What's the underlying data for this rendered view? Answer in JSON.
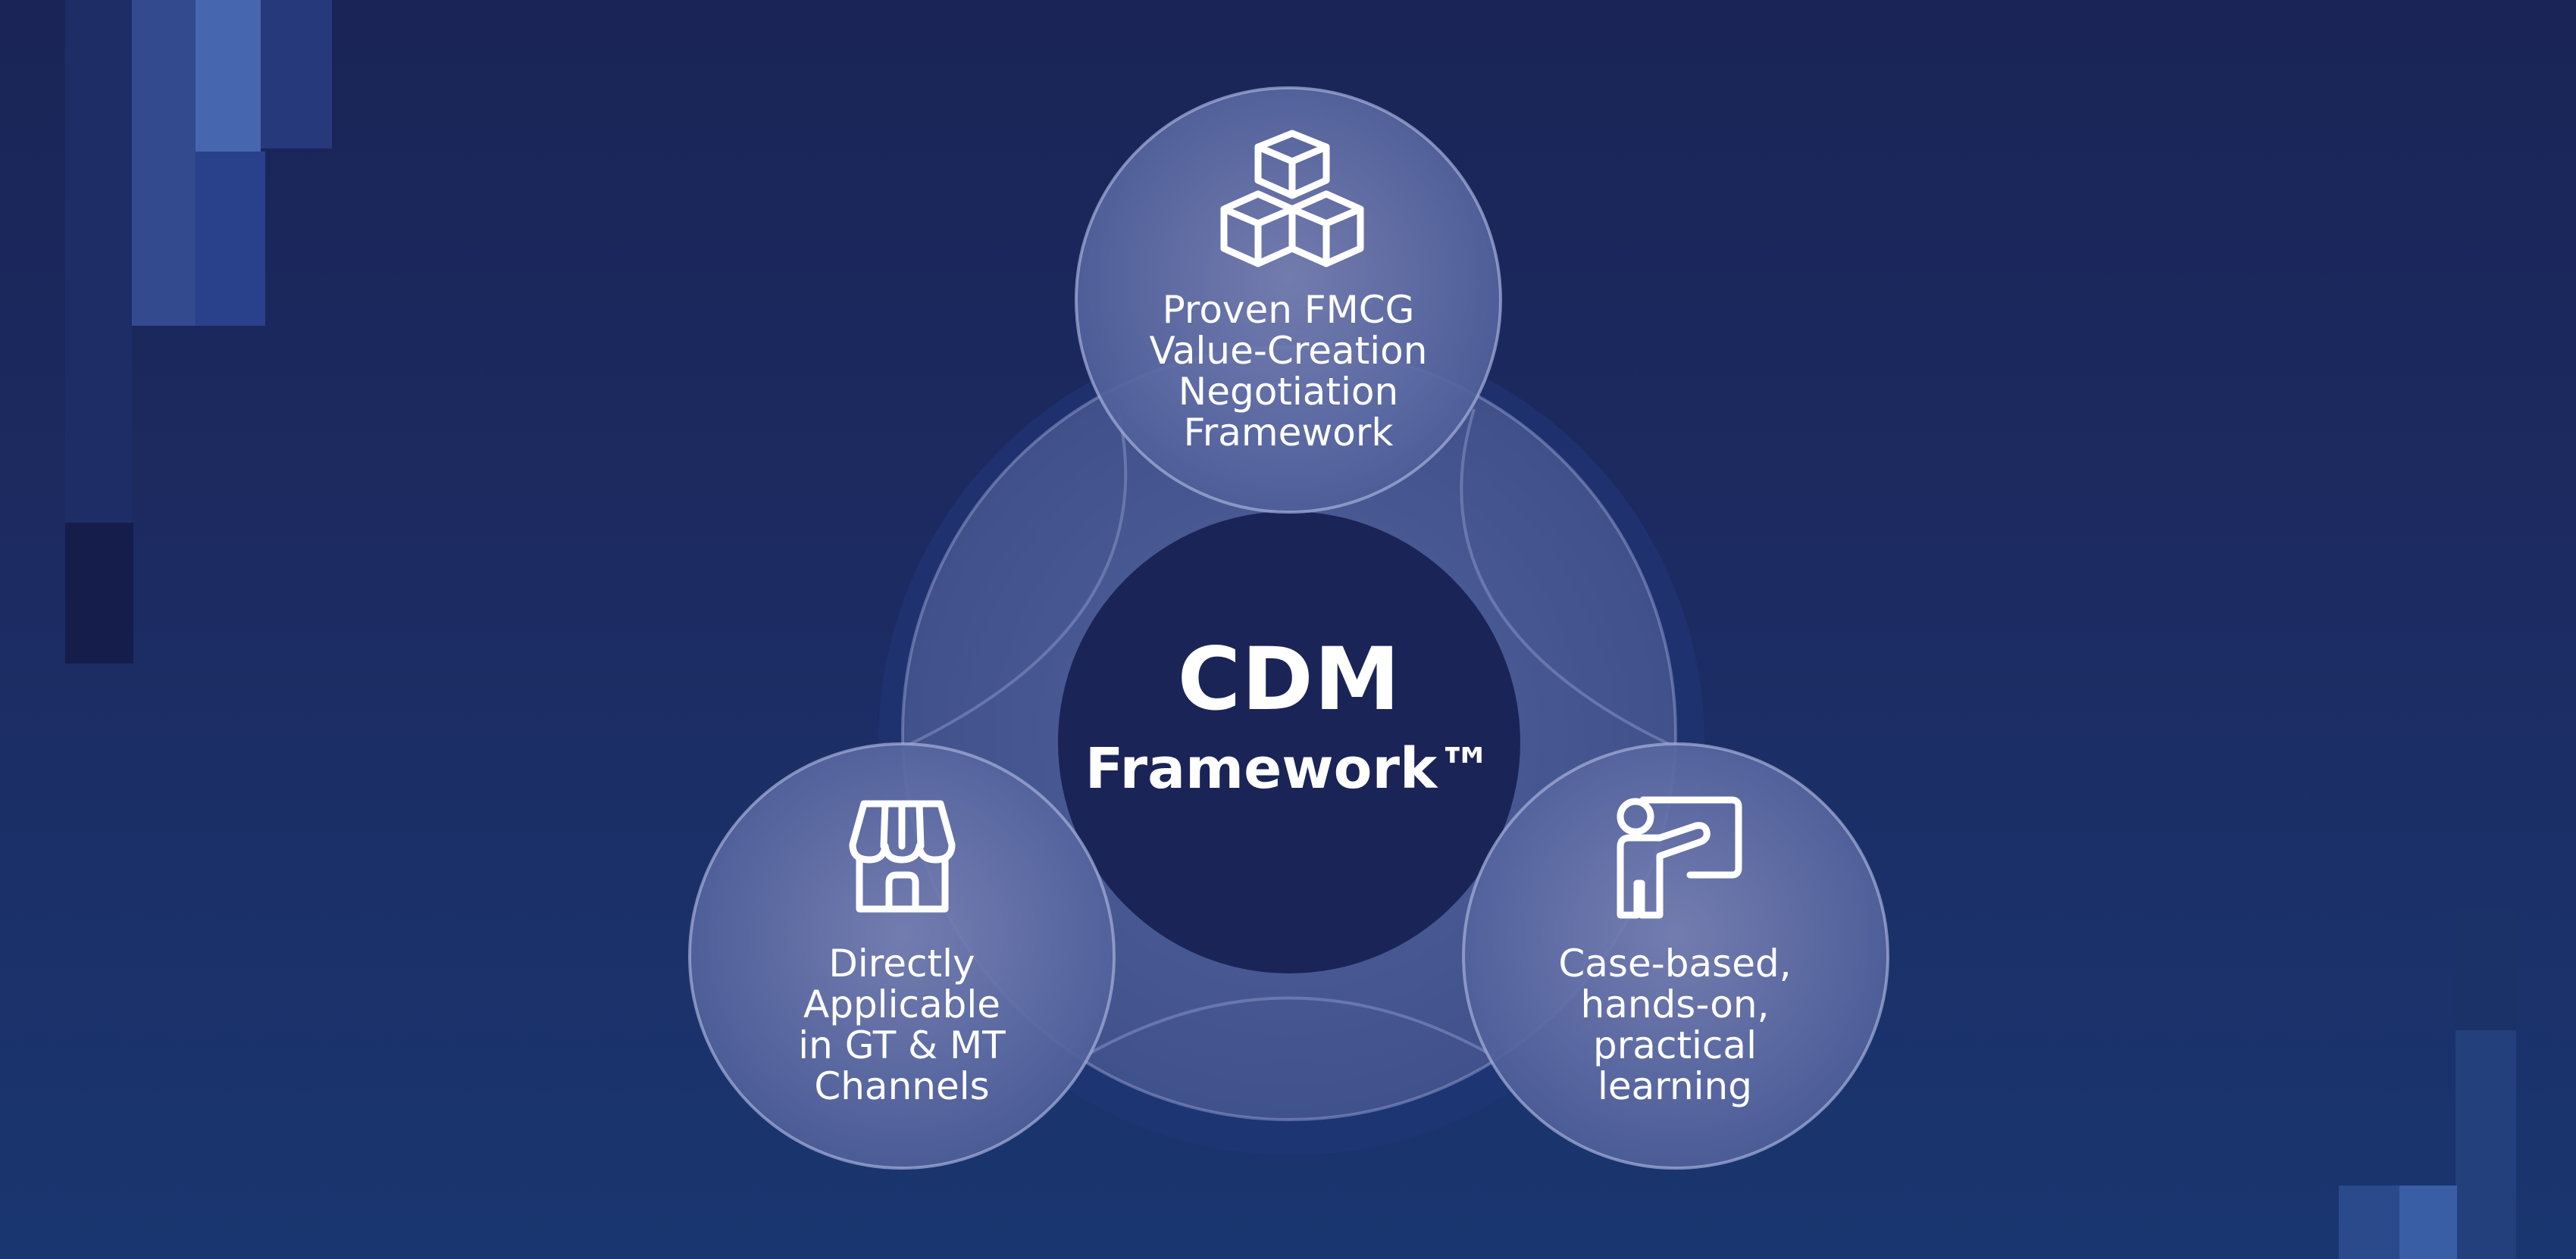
{
  "center": {
    "title": "CDM",
    "subtitle": "Framework™"
  },
  "nodes": [
    {
      "label": "Proven FMCG\nValue-Creation\nNegotiation\nFramework",
      "icon": "cubes-icon"
    },
    {
      "label": "Directly\nApplicable\nin GT & MT\nChannels",
      "icon": "storefront-icon"
    },
    {
      "label": "Case-based,\nhands-on,\npractical\nlearning",
      "icon": "teacher-board-icon"
    }
  ],
  "colors": {
    "background_top": "#1a2456",
    "background_bottom": "#1a3670",
    "center_fill": "#1b2457",
    "text": "#ffffff"
  }
}
